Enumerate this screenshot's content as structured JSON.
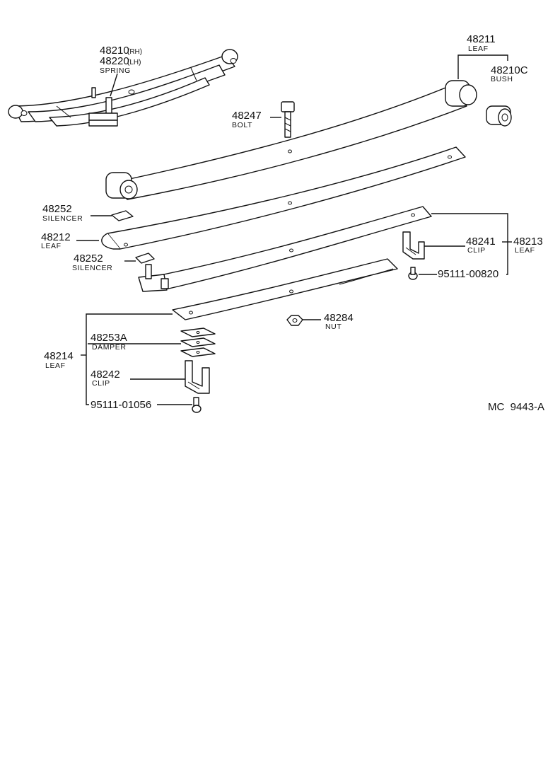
{
  "labels": {
    "spring": {
      "pn_rh": "48210",
      "rh": "(RH)",
      "pn_lh": "48220",
      "lh": "(LH)",
      "name": "SPRING"
    },
    "leaf_main": {
      "pn": "48211",
      "name": "LEAF"
    },
    "bush": {
      "pn": "48210C",
      "name": "BUSH"
    },
    "bolt": {
      "pn": "48247",
      "name": "BOLT"
    },
    "silencer_upper": {
      "pn": "48252",
      "name": "SILENCER"
    },
    "leaf_2": {
      "pn": "48212",
      "name": "LEAF"
    },
    "silencer_lower": {
      "pn": "48252",
      "name": "SILENCER"
    },
    "clip_upper": {
      "pn": "48241",
      "name": "CLIP"
    },
    "leaf_3": {
      "pn": "48213",
      "name": "LEAF"
    },
    "bolt_upper": {
      "pn": "95111-00820"
    },
    "nut": {
      "pn": "48284",
      "name": "NUT"
    },
    "leaf_4": {
      "pn": "48214",
      "name": "LEAF"
    },
    "damper": {
      "pn": "48253A",
      "name": "DAMPER"
    },
    "clip_lower": {
      "pn": "48242",
      "name": "CLIP"
    },
    "bolt_lower": {
      "pn": "95111-01056"
    }
  },
  "figure_code": "MC  9443-A"
}
